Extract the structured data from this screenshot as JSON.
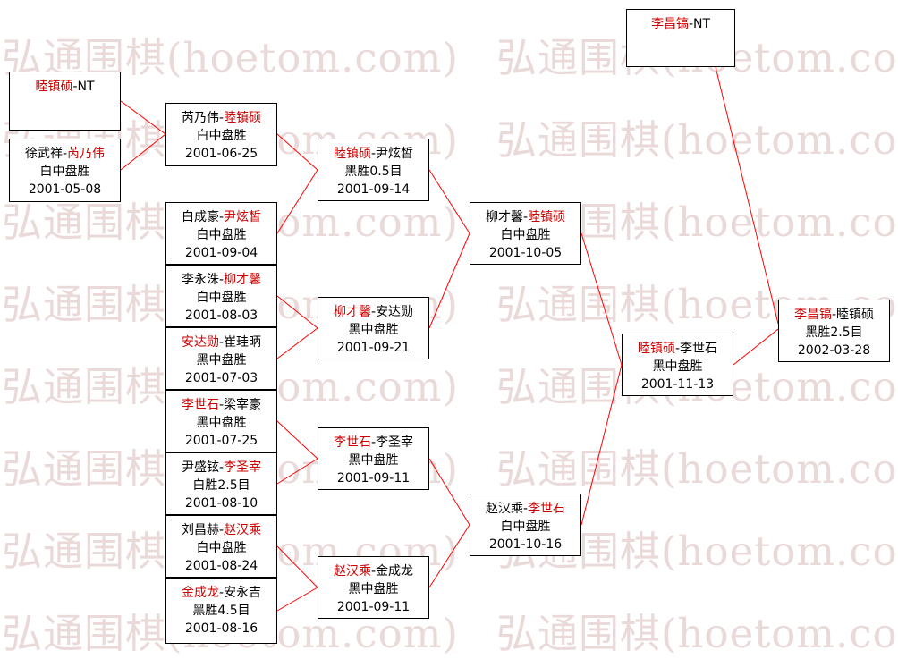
{
  "watermark": {
    "text": "弘通围棋(hoetom.com)"
  },
  "colors": {
    "winner_text": "#cc0000",
    "connector_line": "#ff0000",
    "watermark": "#ead9d9",
    "box_border": "#000000",
    "background": "#ffffff"
  },
  "matches": [
    {
      "pre": "",
      "winner": "睦镇硕",
      "post": "-NT",
      "result": "",
      "date": ""
    },
    {
      "pre": "徐武祥-",
      "winner": "芮乃伟",
      "post": "",
      "result": "白中盘胜",
      "date": "2001-05-08"
    },
    {
      "pre": "芮乃伟-",
      "winner": "睦镇硕",
      "post": "",
      "result": "白中盘胜",
      "date": "2001-06-25"
    },
    {
      "pre": "白成豪-",
      "winner": "尹炫皙",
      "post": "",
      "result": "白中盘胜",
      "date": "2001-09-04"
    },
    {
      "pre": "李永洙-",
      "winner": "柳才馨",
      "post": "",
      "result": "白中盘胜",
      "date": "2001-08-03"
    },
    {
      "pre": "",
      "winner": "安达勋",
      "post": "-崔珪昞",
      "result": "黑中盘胜",
      "date": "2001-07-03"
    },
    {
      "pre": "",
      "winner": "李世石",
      "post": "-梁宰豪",
      "result": "黑中盘胜",
      "date": "2001-07-25"
    },
    {
      "pre": "尹盛铉-",
      "winner": "李圣宰",
      "post": "",
      "result": "白胜2.5目",
      "date": "2001-08-10"
    },
    {
      "pre": "刘昌赫-",
      "winner": "赵汉乘",
      "post": "",
      "result": "白中盘胜",
      "date": "2001-08-24"
    },
    {
      "pre": "",
      "winner": "金成龙",
      "post": "-安永吉",
      "result": "黑胜4.5目",
      "date": "2001-08-16"
    },
    {
      "pre": "",
      "winner": "睦镇硕",
      "post": "-尹炫皙",
      "result": "黑胜0.5目",
      "date": "2001-09-14"
    },
    {
      "pre": "",
      "winner": "柳才馨",
      "post": "-安达勋",
      "result": "黑中盘胜",
      "date": "2001-09-21"
    },
    {
      "pre": "",
      "winner": "李世石",
      "post": "-李圣宰",
      "result": "黑中盘胜",
      "date": "2001-09-11"
    },
    {
      "pre": "",
      "winner": "赵汉乘",
      "post": "-金成龙",
      "result": "黑中盘胜",
      "date": "2001-09-11"
    },
    {
      "pre": "柳才馨-",
      "winner": "睦镇硕",
      "post": "",
      "result": "白中盘胜",
      "date": "2001-10-05"
    },
    {
      "pre": "赵汉乘-",
      "winner": "李世石",
      "post": "",
      "result": "白中盘胜",
      "date": "2001-10-16"
    },
    {
      "pre": "",
      "winner": "睦镇硕",
      "post": "-李世石",
      "result": "黑中盘胜",
      "date": "2001-11-13"
    },
    {
      "pre": "",
      "winner": "李昌镐",
      "post": "-NT",
      "result": "",
      "date": ""
    },
    {
      "pre": "",
      "winner": "李昌镐",
      "post": "-睦镇硕",
      "result": "黑胜2.5目",
      "date": "2002-03-28"
    }
  ]
}
